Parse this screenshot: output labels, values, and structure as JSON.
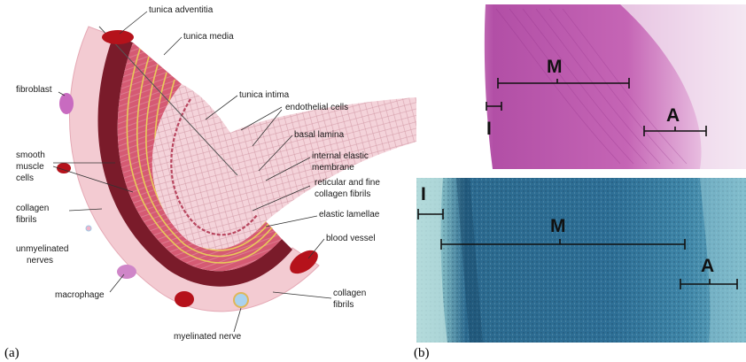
{
  "panel_a": {
    "label": "(a)",
    "callouts": [
      "tunica adventitia",
      "tunica  media",
      "fibroblast",
      "tunica  intima",
      "endothelial cells",
      "basal lamina",
      "smooth",
      "muscle",
      "cells",
      "internal elastic",
      "membrane",
      "reticular and fine",
      "collagen fibrils",
      "collagen",
      "fibrils",
      "elastic lamellae",
      "unmyelinated",
      "nerves",
      "blood vessel",
      "macrophage",
      "collagen",
      "fibrils",
      "myelinated nerve"
    ]
  },
  "panel_b": {
    "label": "(b)",
    "top": {
      "M": "M",
      "I": "I",
      "A": "A"
    },
    "bottom": {
      "I": "I",
      "M": "M",
      "A": "A"
    }
  },
  "colors": {
    "adventitia": "#f2c6cd",
    "media_band": "#7a1b2a",
    "elastic": "#e8c95a",
    "he_stain": "#c46ab4",
    "trichrome": "#2f6f93"
  }
}
